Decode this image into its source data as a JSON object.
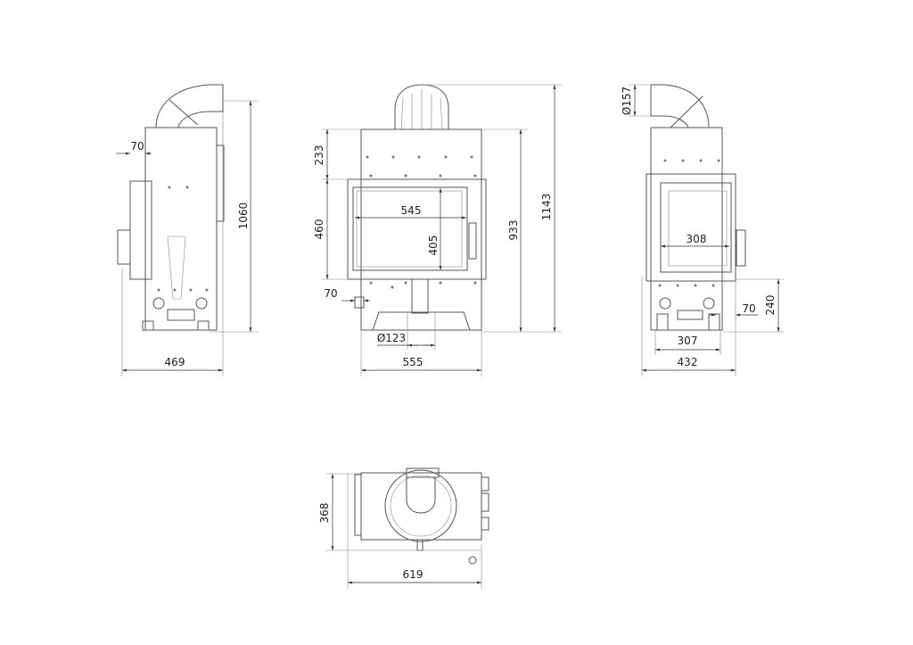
{
  "side_view_left": {
    "depth": "1060",
    "width": "469",
    "offset": "70"
  },
  "front_view": {
    "top_height": "233",
    "door_height": "460",
    "total_height": "1143",
    "body_height": "933",
    "glass_width": "545",
    "glass_height": "405",
    "offset": "70",
    "air_inlet_diameter": "Ø123",
    "width": "555"
  },
  "side_view_right": {
    "flue_diameter": "Ø157",
    "glass_width": "308",
    "lower_height": "240",
    "offset": "70",
    "base_width": "307",
    "width": "432"
  },
  "top_view": {
    "depth": "368",
    "width": "619"
  },
  "colors": {
    "line": "#555555",
    "dimension": "#333333"
  }
}
